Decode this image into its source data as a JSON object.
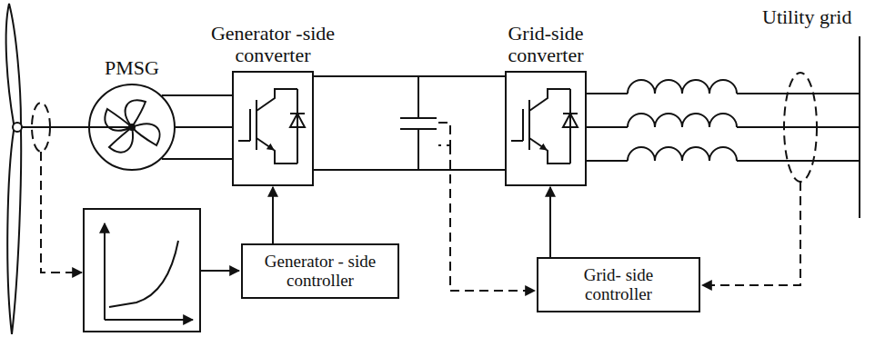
{
  "diagram": {
    "nodes": [
      {
        "text": [
          "PMSG"
        ]
      },
      {
        "text": [
          "Generator -side converter"
        ]
      },
      {
        "text": [
          "Grid-side converter"
        ]
      },
      {
        "text": [
          "Generator - side controller"
        ]
      },
      {
        "text": [
          "Grid- side controller"
        ]
      }
    ],
    "edges": [
      {
        "from": 0,
        "to": 1,
        "arrow": "none"
      },
      {
        "from": 1,
        "to": 2,
        "arrow": "none"
      },
      {
        "from": 3,
        "to": 1,
        "arrow": "to"
      },
      {
        "from": 4,
        "to": 2,
        "arrow": "to"
      }
    ],
    "labels": [
      "Utility grid"
    ]
  }
}
